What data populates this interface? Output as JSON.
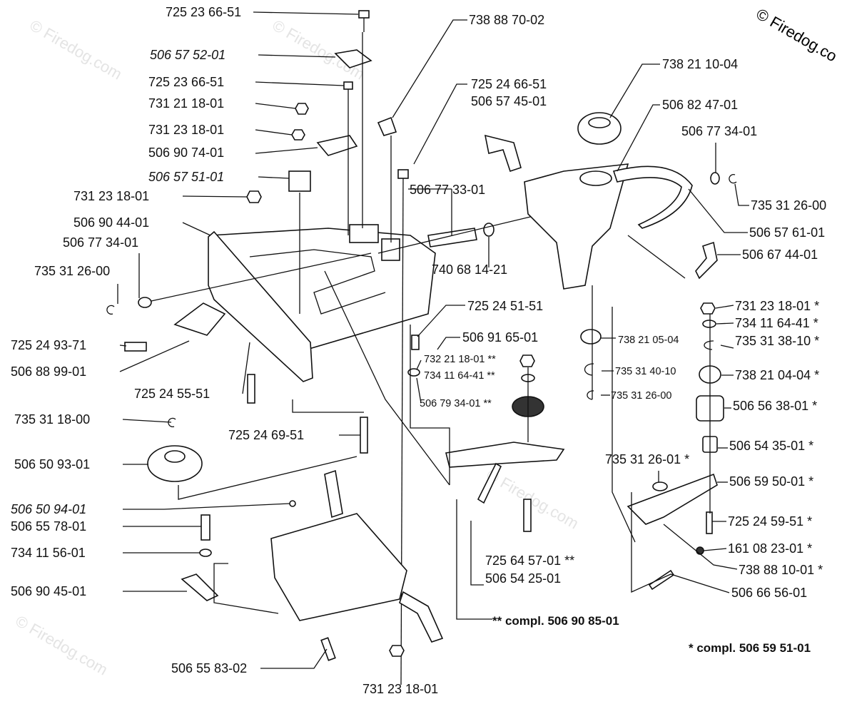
{
  "watermark": "© Firedog.com",
  "watermark_corner": "© Firedog.co",
  "labels": [
    {
      "text": "725 23 66-51"
    },
    {
      "text": "506 57 52-01",
      "italic": true
    },
    {
      "text": "725 23 66-51"
    },
    {
      "text": "731 21 18-01"
    },
    {
      "text": "731 23 18-01"
    },
    {
      "text": "506 90 74-01"
    },
    {
      "text": "506 57 51-01",
      "italic": true
    },
    {
      "text": "731 23 18-01"
    },
    {
      "text": "506 90 44-01"
    },
    {
      "text": "506 77 34-01"
    },
    {
      "text": "735 31 26-00"
    },
    {
      "text": "725 24 93-71"
    },
    {
      "text": "506 88 99-01"
    },
    {
      "text": "725 24 55-51"
    },
    {
      "text": "735 31 18-00"
    },
    {
      "text": "725 24 69-51"
    },
    {
      "text": "506 50 93-01"
    },
    {
      "text": "506 50 94-01",
      "italic": true
    },
    {
      "text": "506 55 78-01"
    },
    {
      "text": "734 11 56-01"
    },
    {
      "text": "506 90 45-01"
    },
    {
      "text": "506 55 83-02"
    },
    {
      "text": "731 23 18-01"
    },
    {
      "text": "738 88 70-02"
    },
    {
      "text": "725 24 66-51"
    },
    {
      "text": "506 57 45-01"
    },
    {
      "text": "506 77 33-01"
    },
    {
      "text": "740 68 14-21"
    },
    {
      "text": "725 24 51-51"
    },
    {
      "text": "506 91 65-01"
    },
    {
      "text": "732 21 18-01 **"
    },
    {
      "text": "734 11 64-41 **"
    },
    {
      "text": "506 79 34-01 **"
    },
    {
      "text": "725 64 57-01 **"
    },
    {
      "text": "506 54 25-01"
    },
    {
      "text": "** compl. 506 90 85-01"
    },
    {
      "text": "738 21 10-04"
    },
    {
      "text": "506 82 47-01"
    },
    {
      "text": "506 77 34-01"
    },
    {
      "text": "735 31 26-00"
    },
    {
      "text": "506 57 61-01"
    },
    {
      "text": "506 67 44-01"
    },
    {
      "text": "738 21 05-04"
    },
    {
      "text": "735 31 40-10"
    },
    {
      "text": "735 31 26-00"
    },
    {
      "text": "731 23 18-01 *"
    },
    {
      "text": "734 11 64-41 *"
    },
    {
      "text": "735 31 38-10 *"
    },
    {
      "text": "738 21 04-04 *"
    },
    {
      "text": "506 56 38-01 *"
    },
    {
      "text": "506 54 35-01 *"
    },
    {
      "text": "735 31 26-01 *"
    },
    {
      "text": "506 59 50-01 *"
    },
    {
      "text": "725 24 59-51 *"
    },
    {
      "text": "161 08 23-01 *"
    },
    {
      "text": "738 88 10-01 *"
    },
    {
      "text": "506 66 56-01"
    },
    {
      "text": "* compl. 506 59 51-01"
    }
  ]
}
